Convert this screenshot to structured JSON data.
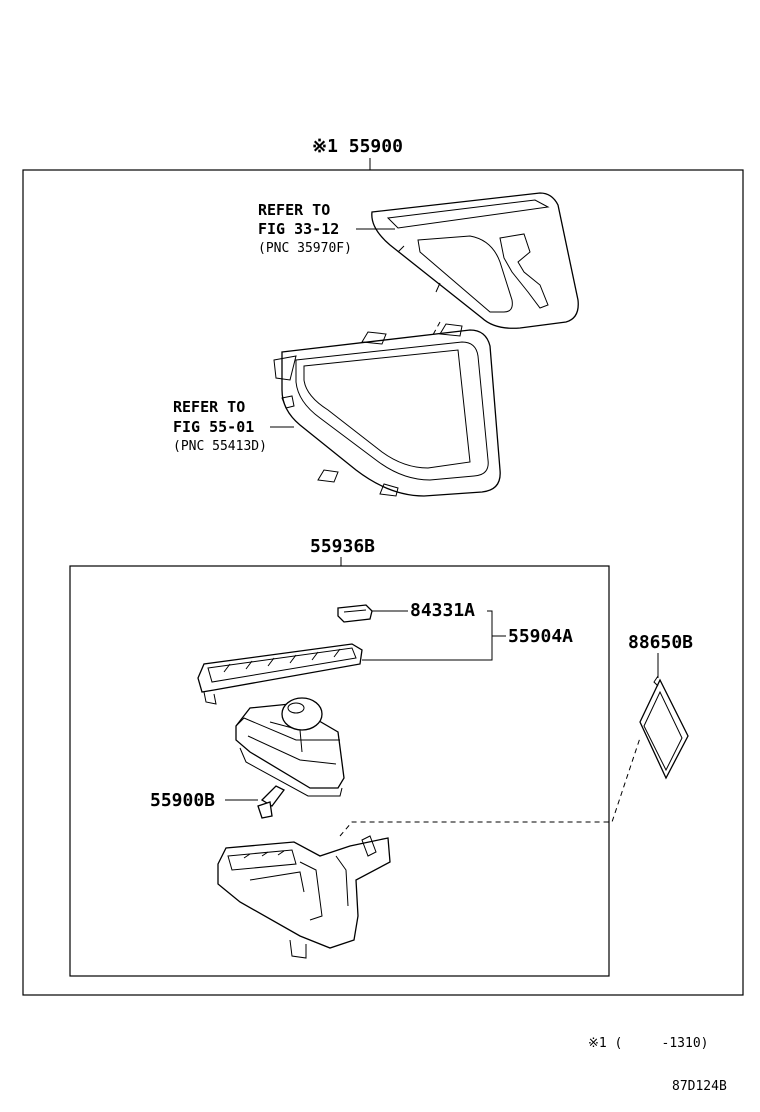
{
  "assembly_label": "※1 55900",
  "refer_33": {
    "line1": "REFER TO",
    "line2": "FIG 33-12",
    "line3": "(PNC 35970F)"
  },
  "refer_55": {
    "line1": "REFER TO",
    "line2": "FIG 55-01",
    "line3": "(PNC 55413D)"
  },
  "sub_assembly_label": "55936B",
  "parts": {
    "p84331a": "84331A",
    "p55904a": "55904A",
    "p88650b": "88650B",
    "p55900b": "55900B"
  },
  "footnote": "※1 (     -1310)",
  "figure_code": "87D124B"
}
